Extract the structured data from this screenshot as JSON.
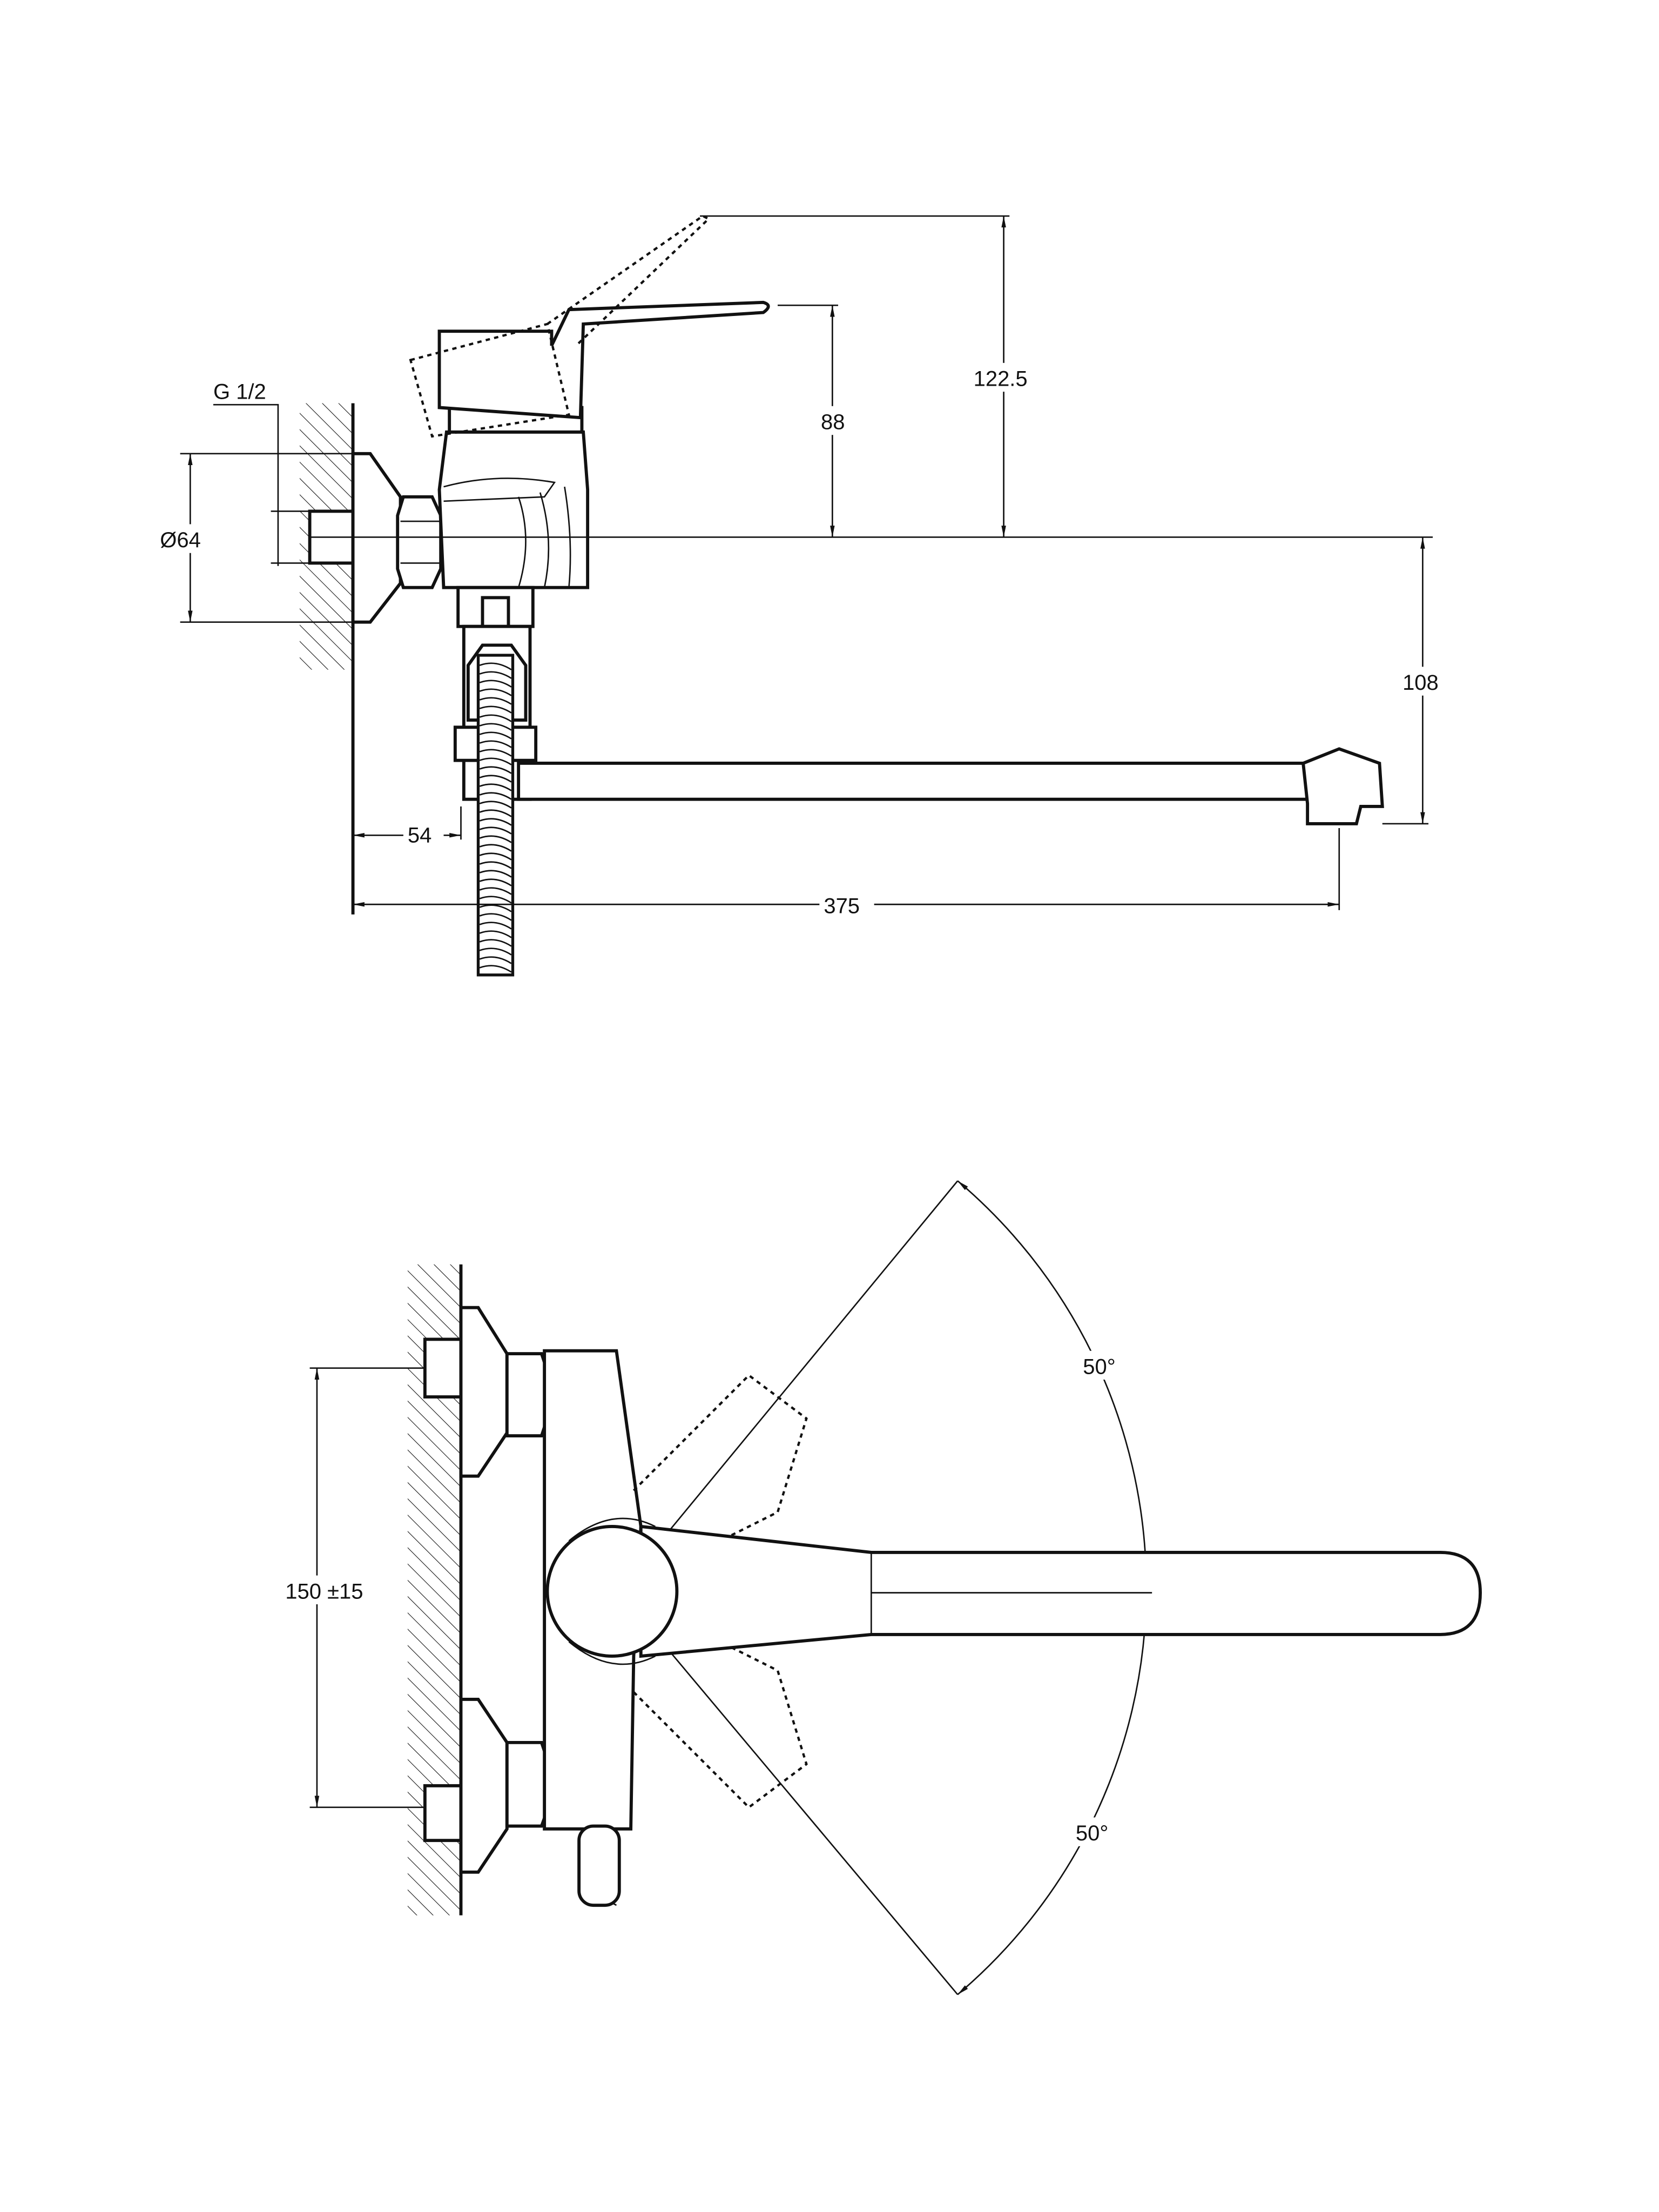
{
  "side_view": {
    "thread_label": "G 1/2",
    "escutcheon_diameter": "Ø64",
    "handle_height": "88",
    "handle_raised_height": "122.5",
    "spout_height": "108",
    "wall_to_body": "54",
    "spout_reach": "375"
  },
  "top_view": {
    "center_distance": "150 ±15",
    "angle_upper": "50°",
    "angle_lower": "50°"
  }
}
